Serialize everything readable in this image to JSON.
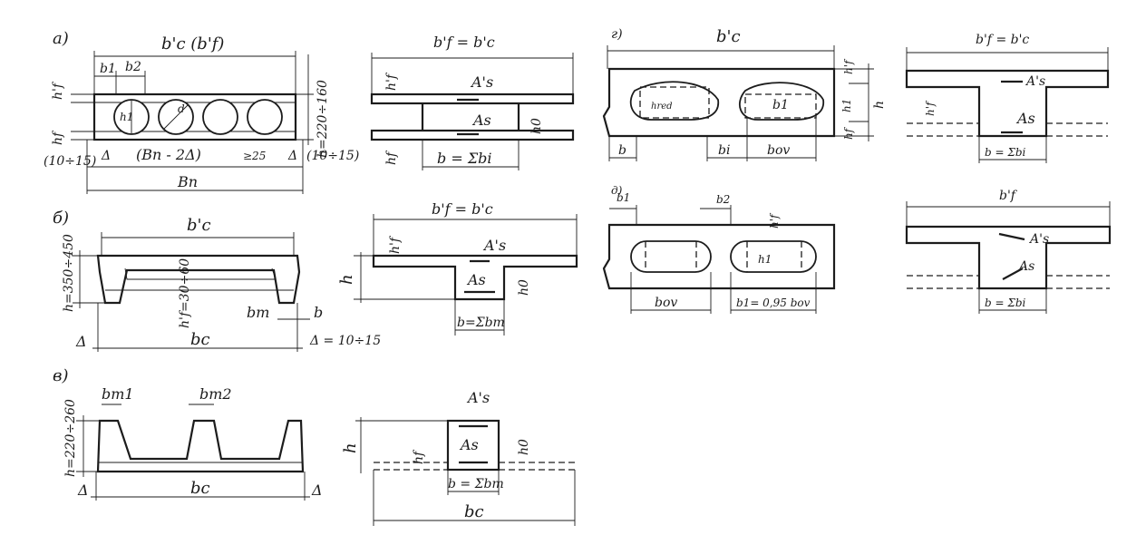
{
  "colors": {
    "ink": "#1c1c1c",
    "paper": "#ffffff"
  },
  "panel_a": {
    "letter": "a)",
    "top_width": "b'c (b'f)",
    "b1": "b1",
    "b2": "b2",
    "hf_top": "h'f",
    "hf_bottom": "hf",
    "h_hole": "h1",
    "d_hole": "d",
    "height": "h=220÷160",
    "side_left": "(10÷15)",
    "side_right": "(10÷15)",
    "delta_left": "Δ",
    "delta_right": "Δ",
    "bottom_inner": "(Bn - 2Δ)",
    "ge25": "≥25",
    "bottom_total": "Bn"
  },
  "panel_a_section": {
    "top": "b'f = b'c",
    "as_top": "A's",
    "as_bottom": "As",
    "hf_top": "h'f",
    "hf_bottom": "hf",
    "h0": "h0",
    "web": "b = Σbi"
  },
  "panel_b": {
    "letter": "б)",
    "top_width": "b'c",
    "height": "h=350÷450",
    "hf": "h'f=30÷60",
    "bm": "bm",
    "b": "b",
    "bottom": "bc",
    "delta_label": "Δ",
    "delta_range": "Δ = 10÷15"
  },
  "panel_b_section": {
    "top": "b'f = b'c",
    "hf": "h'f",
    "h": "h",
    "as_top": "A's",
    "as_bottom": "As",
    "h0": "h0",
    "web": "b=Σbm"
  },
  "panel_v": {
    "letter": "в)",
    "bm1": "bm1",
    "bm2": "bm2",
    "height": "h=220÷260",
    "bottom": "bc",
    "delta_left": "Δ",
    "delta_right": "Δ"
  },
  "panel_v_section": {
    "as_top": "A's",
    "as_bottom": "As",
    "h": "h",
    "hf": "hf",
    "h0": "h0",
    "web": "b = Σbm",
    "bottom": "bc"
  },
  "panel_g": {
    "letter": "г)",
    "top_width": "b'c",
    "hf": "h'f",
    "h1": "h1",
    "h": "h",
    "hf_bottom": "hf",
    "h_red": "hred",
    "b1": "b1",
    "b": "b",
    "bi": "bi",
    "b_ov": "bov"
  },
  "panel_g_section": {
    "top": "b'f = b'c",
    "hf": "h'f",
    "as_top": "A's",
    "as_bottom": "As",
    "web": "b = Σbi"
  },
  "panel_d": {
    "letter": "д)",
    "b1": "b1",
    "b2": "b2",
    "hf": "h'f",
    "h1": "h1",
    "b_ov": "bov",
    "b_eq": "b1= 0,95 bov"
  },
  "panel_d_section": {
    "top": "b'f",
    "as_top": "A's",
    "as_bottom": "As",
    "web": "b = Σbi"
  }
}
